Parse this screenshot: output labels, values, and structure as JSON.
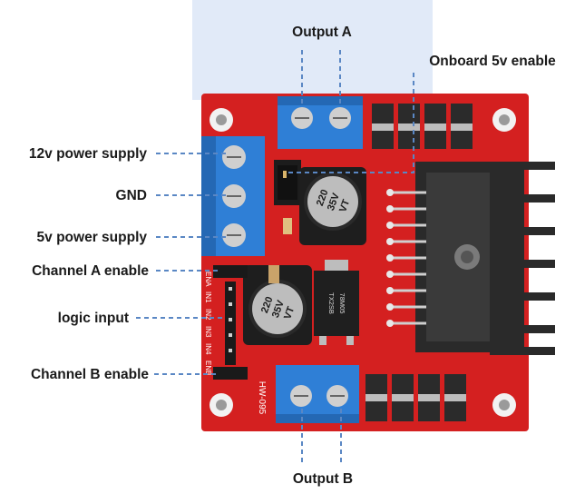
{
  "labels": {
    "output_a": "Output A",
    "onboard_5v_enable": "Onboard 5v enable",
    "power_12v": "12v power supply",
    "gnd": "GND",
    "power_5v": "5v power supply",
    "channel_a_enable": "Channel A enable",
    "logic_input": "logic input",
    "channel_b_enable": "Channel  B enable",
    "output_b": "Output B"
  },
  "board": {
    "model": "HW-095",
    "pin_header_silk": [
      "ENA",
      "IN1",
      "IN2",
      "IN3",
      "IN4",
      "ENB"
    ],
    "regulator_text": "78M05",
    "regulator_code": "TX2SB"
  },
  "capacitors": [
    {
      "value": "220",
      "voltage": "35V",
      "series": "VT"
    },
    {
      "value": "220",
      "voltage": "35V",
      "series": "VT"
    }
  ],
  "colors": {
    "pcb": "#d42020",
    "terminal": "#2f7fd6",
    "label_line": "#5a87c4",
    "heatsink": "#2a2a2a"
  }
}
